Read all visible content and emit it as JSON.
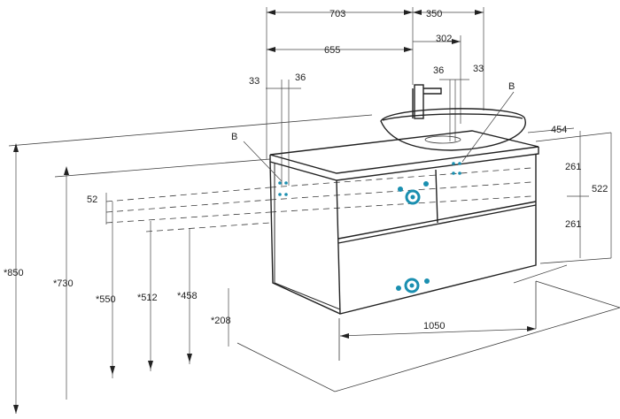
{
  "dimensions": {
    "width_total": "703",
    "width_right": "350",
    "offset_left": "655",
    "offset_right": "302",
    "left_gap_a": "33",
    "left_gap_b": "36",
    "right_gap_a": "36",
    "right_gap_b": "33",
    "depth": "454",
    "drawer_upper": "261",
    "drawer_lower": "261",
    "cabinet_height": "522",
    "top_inset": "52",
    "h_850": "*850",
    "h_730": "*730",
    "h_550": "*550",
    "h_512": "*512",
    "h_458": "*458",
    "h_208": "*208",
    "width_cabinet": "1050"
  },
  "callouts": {
    "left_marker": "B",
    "right_marker": "B"
  },
  "colors": {
    "accent": "#1a8fb0",
    "line": "#2a2a2a"
  }
}
